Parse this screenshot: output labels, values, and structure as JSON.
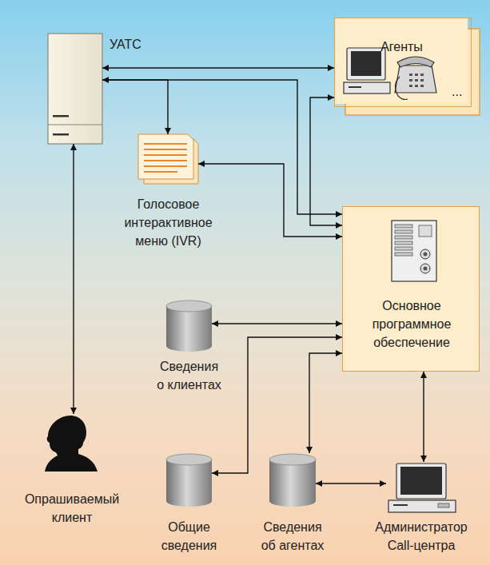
{
  "diagram": {
    "nodes": [
      {
        "text": [
          "УАТС"
        ]
      },
      {
        "text": [
          "Агенты",
          "..."
        ]
      },
      {
        "text": [
          "Голосовое интерактивное меню (IVR)"
        ]
      },
      {
        "text": [
          "Основное программное обеспечение"
        ]
      },
      {
        "text": [
          "Сведения о клиентах"
        ]
      },
      {
        "text": [
          "Опрашиваемый клиент"
        ]
      },
      {
        "text": [
          "Общие сведения"
        ]
      },
      {
        "text": [
          "Сведения об агентах"
        ]
      },
      {
        "text": [
          "Администратор Call-центра"
        ]
      }
    ],
    "edges": [
      {
        "from": 0,
        "to": 1,
        "arrow": "both"
      },
      {
        "from": 0,
        "to": 2,
        "arrow": "to"
      },
      {
        "from": 0,
        "to": 3,
        "arrow": "both"
      },
      {
        "from": 1,
        "to": 3,
        "arrow": "both"
      },
      {
        "from": 2,
        "to": 3,
        "arrow": "both"
      },
      {
        "from": 3,
        "to": 4,
        "arrow": "both"
      },
      {
        "from": 3,
        "to": 6,
        "arrow": "both"
      },
      {
        "from": 3,
        "to": 7,
        "arrow": "both"
      },
      {
        "from": 3,
        "to": 8,
        "arrow": "both"
      },
      {
        "from": 7,
        "to": 8,
        "arrow": "both"
      },
      {
        "from": 0,
        "to": 5,
        "arrow": "both"
      }
    ]
  }
}
